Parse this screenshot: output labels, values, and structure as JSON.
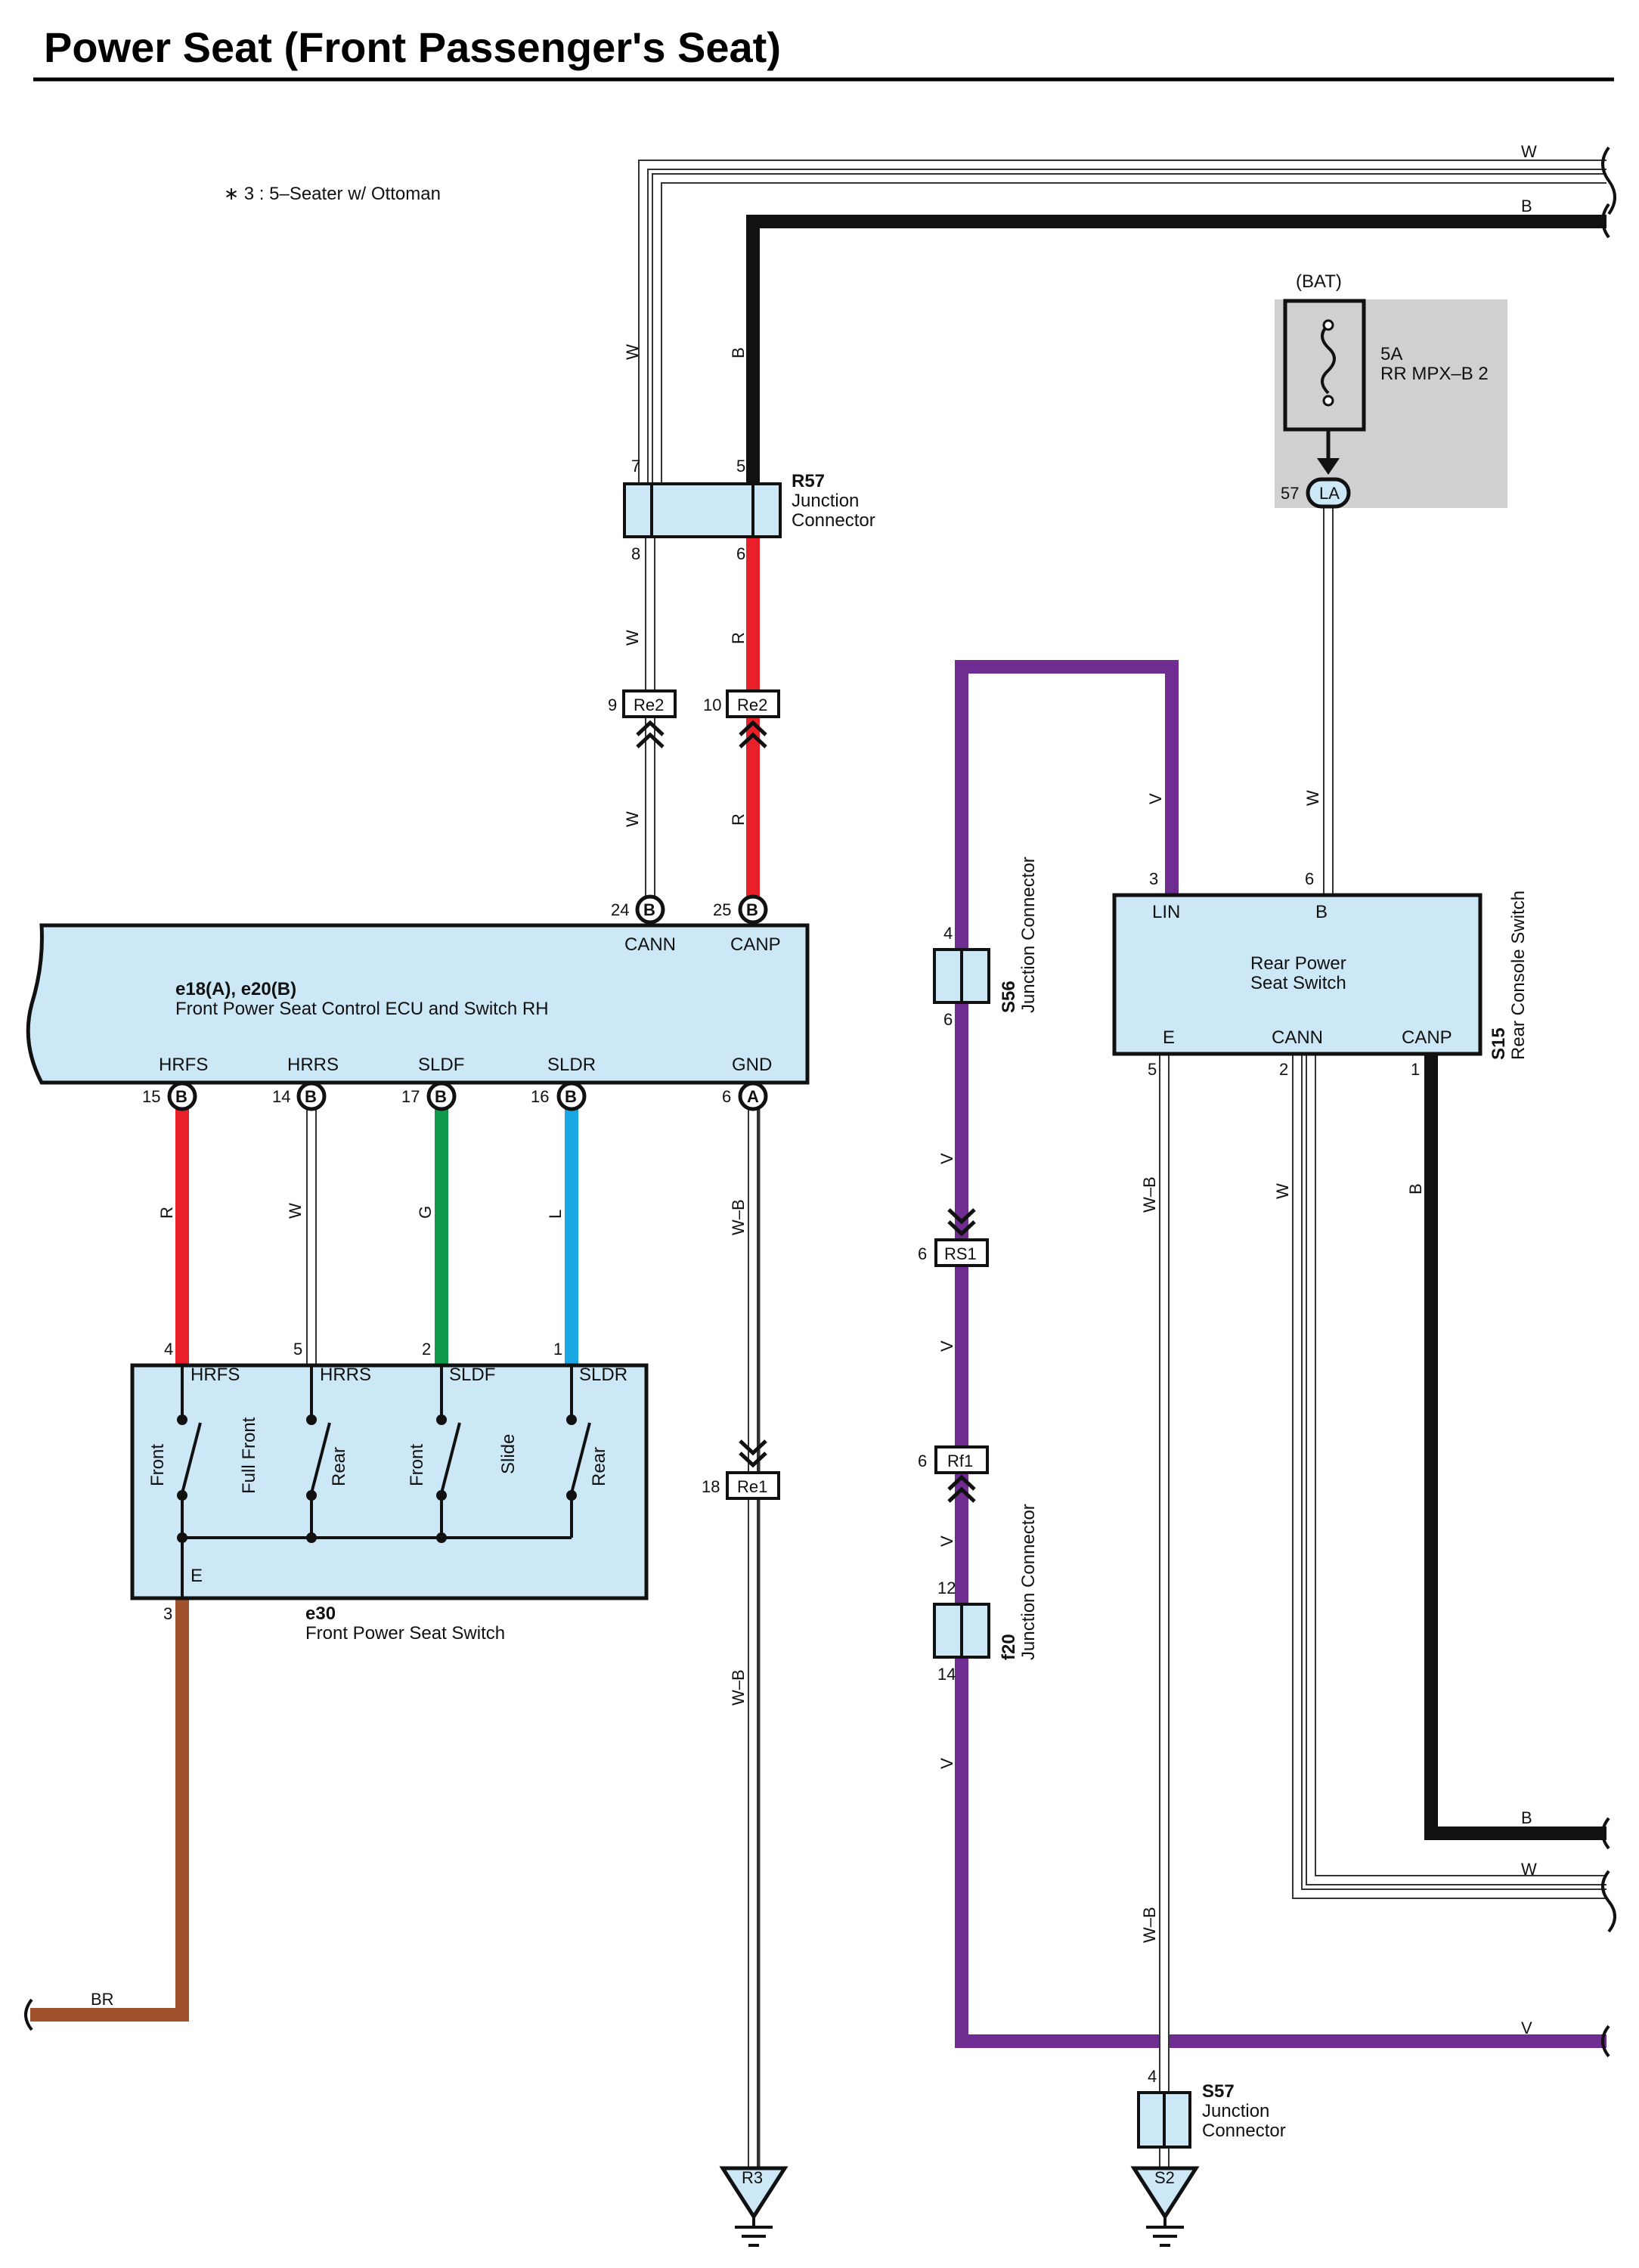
{
  "title": "Power Seat (Front Passenger's Seat)",
  "note": "∗ 3 : 5–Seater w/ Ottoman",
  "colors": {
    "W": "#ffffff",
    "B": "#111111",
    "R": "#e8202a",
    "G": "#0e9a48",
    "L": "#1aa7e3",
    "V": "#6f2c91",
    "BR": "#a0522d",
    "WB": "#ffffff",
    "component_fill": "#cce7f6",
    "fuse_panel": "#d0d0d2"
  },
  "fuse": {
    "source": "(BAT)",
    "rating": "5A",
    "name": "RR MPX–B 2",
    "terminal_pin": "57",
    "terminal": "LA"
  },
  "connectors": {
    "R57": {
      "id": "R57",
      "line1": "Junction",
      "line2": "Connector",
      "pins": [
        "7",
        "5",
        "8",
        "6"
      ]
    },
    "S56": {
      "id": "S56",
      "name": "Junction Connector",
      "pins": [
        "4",
        "6"
      ]
    },
    "f20": {
      "id": "f20",
      "name": "Junction Connector",
      "pins": [
        "12",
        "14"
      ]
    },
    "S57": {
      "id": "S57",
      "line1": "Junction",
      "line2": "Connector",
      "pin": "4"
    }
  },
  "inline": {
    "re2_a": {
      "pin": "9",
      "name": "Re2"
    },
    "re2_b": {
      "pin": "10",
      "name": "Re2"
    },
    "re1": {
      "pin": "18",
      "name": "Re1"
    },
    "rs1": {
      "pin": "6",
      "name": "RS1"
    },
    "rf1": {
      "pin": "6",
      "name": "Rf1"
    }
  },
  "ecu": {
    "id": "e18(A), e20(B)",
    "name": "Front Power Seat Control ECU and Switch RH",
    "top_terminals": [
      {
        "pin": "24",
        "conn": "B",
        "label": "CANN"
      },
      {
        "pin": "25",
        "conn": "B",
        "label": "CANP"
      }
    ],
    "bottom_terminals": [
      {
        "pin": "15",
        "conn": "B",
        "label": "HRFS"
      },
      {
        "pin": "14",
        "conn": "B",
        "label": "HRRS"
      },
      {
        "pin": "17",
        "conn": "B",
        "label": "SLDF"
      },
      {
        "pin": "16",
        "conn": "B",
        "label": "SLDR"
      },
      {
        "pin": "6",
        "conn": "A",
        "label": "GND"
      }
    ]
  },
  "switch": {
    "id": "e30",
    "name": "Front Power Seat Switch",
    "terminals": [
      {
        "pin": "4",
        "label": "HRFS"
      },
      {
        "pin": "5",
        "label": "HRRS"
      },
      {
        "pin": "2",
        "label": "SLDF"
      },
      {
        "pin": "1",
        "label": "SLDR"
      }
    ],
    "contacts": [
      "Front",
      "Full Front",
      "Rear",
      "Front",
      "Slide",
      "Rear"
    ],
    "ground_label": "E",
    "ground_pin": "3"
  },
  "rear_switch": {
    "id": "S15",
    "name": "Rear Console Switch",
    "line1": "Rear Power",
    "line2": "Seat Switch",
    "top_terminals": [
      {
        "pin": "3",
        "label": "LIN"
      },
      {
        "pin": "6",
        "label": "B"
      }
    ],
    "bottom_terminals": [
      {
        "pin": "5",
        "label": "E"
      },
      {
        "pin": "2",
        "label": "CANN"
      },
      {
        "pin": "1",
        "label": "CANP"
      }
    ]
  },
  "grounds": {
    "g1": "R3",
    "g2": "S2"
  },
  "wire_labels": {
    "top_w": "W",
    "top_b": "B",
    "w_upper": "W",
    "b_upper": "B",
    "w_mid": "W",
    "r_mid": "R",
    "w_low": "W",
    "r_low": "R",
    "v_top": "V",
    "w_bat": "W",
    "r_hrfs": "R",
    "w_hrrs": "W",
    "g_sldf": "G",
    "l_sldr": "L",
    "wb_gnd1": "W–B",
    "wb_gnd2": "W–B",
    "v1": "V",
    "v2": "V",
    "v3": "V",
    "v4": "V",
    "wb_e1": "W–B",
    "wb_e2": "W–B",
    "w_cann": "W",
    "b_canp": "B",
    "right_b": "B",
    "right_w": "W",
    "right_v": "V",
    "br": "BR"
  }
}
